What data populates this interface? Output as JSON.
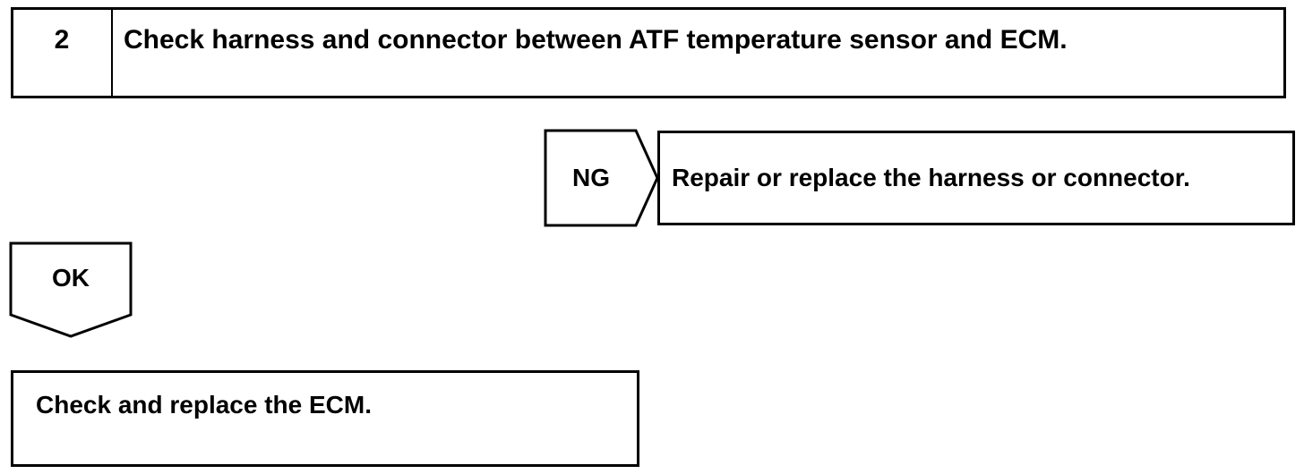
{
  "step": {
    "number": "2",
    "title": "Check harness and connector between ATF temperature sensor and ECM."
  },
  "ng_branch": {
    "label": "NG",
    "result": "Repair or replace the harness or connector."
  },
  "ok_branch": {
    "label": "OK"
  },
  "next_action": {
    "text": "Check and replace the ECM."
  }
}
